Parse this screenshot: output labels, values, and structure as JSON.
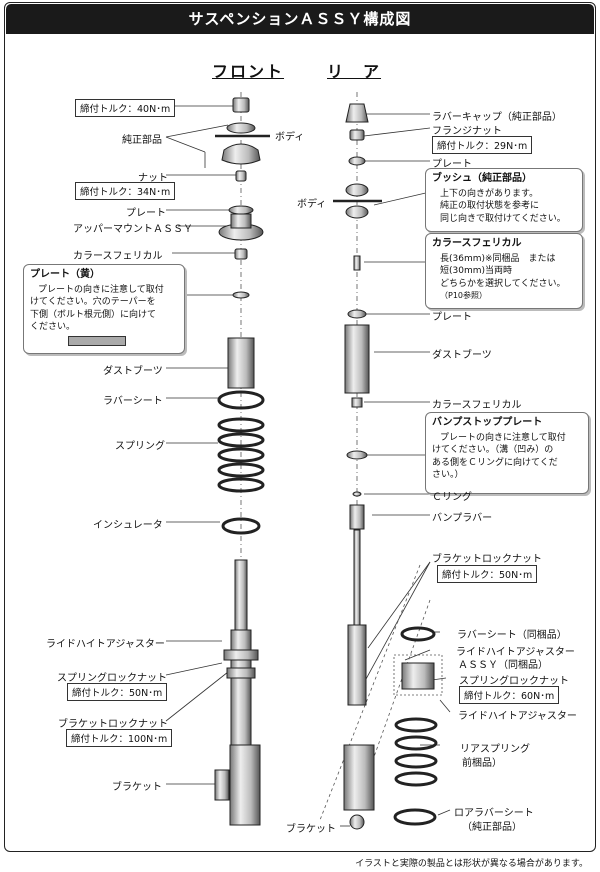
{
  "title": "サスペンションＡＳＳＹ構成図",
  "front_header": "フロント",
  "rear_header": "リ　ア",
  "front": {
    "torque_top": "締付トルク：40N･m",
    "genuine": "純正部品",
    "body": "ボディ",
    "nut": "ナット",
    "torque_nut": "締付トルク：34N･m",
    "plate": "プレート",
    "upper_mount": "アッパーマウントＡＳＳＹ",
    "collar": "カラースフェリカル",
    "dust_boot": "ダストブーツ",
    "rubber_sheet": "ラバーシート",
    "spring": "スプリング",
    "insulator": "インシュレータ",
    "ride_height_adjuster": "ライドハイトアジャスター",
    "spring_lock_nut": "スプリングロックナット",
    "torque_slnut": "締付トルク：50N･m",
    "bracket_lock_nut": "ブラケットロックナット",
    "torque_blnut": "締付トルク：100N･m",
    "bracket": "ブラケット"
  },
  "plate_note": {
    "title": "プレート（黄）",
    "lines": [
      "プレートの向きに注意して取付",
      "けてください。穴のテーパーを",
      "下側（ボルト根元側）に向けて",
      "ください。"
    ]
  },
  "rear": {
    "rubber_cap": "ラバーキャップ（純正部品）",
    "flange_nut": "フランジナット",
    "torque_flange": "締付トルク：29N･m",
    "plate_top": "プレート",
    "body": "ボディ",
    "plate_mid": "プレート",
    "dust_boot": "ダストブーツ",
    "collar": "カラースフェリカル",
    "c_ring": "Ｃリング",
    "bump_rubber": "バンプラバー",
    "bracket_lock_nut": "ブラケットロックナット",
    "torque_blnut": "締付トルク：50N･m",
    "rubber_sheet": "ラバーシート（同梱品）",
    "ride_height_assy": "ライドハイトアジャスター",
    "ride_height_assy2": "ＡＳＳＹ（同梱品）",
    "spring_lock_nut": "スプリングロックナット",
    "torque_slnut": "締付トルク：60N･m",
    "ride_height_adjuster": "ライドハイトアジャスター",
    "rear_spring": "リアスプリング",
    "rear_spring_sub": "前梱品）",
    "lower_rubber": "ロアラバーシート",
    "lower_rubber_sub": "（純正部品）",
    "bracket": "ブラケット"
  },
  "bush_note": {
    "title": "ブッシュ（純正部品）",
    "lines": [
      "上下の向きがあります。",
      "純正の取付状態を参考に",
      "同じ向きで取付けてください。"
    ]
  },
  "collar_note": {
    "title": "カラースフェリカル",
    "lines": [
      "長(36mm)※同梱品　または",
      "短(30mm)当両時",
      "どちらかを選択してください。"
    ],
    "small": "（P10参照）"
  },
  "bump_note": {
    "title": "バンプストッププレート",
    "lines": [
      "プレートの向きに注意して取付",
      "けてください。（溝（凹み）の",
      "ある側をＣリングに向けてくだ",
      "さい。）"
    ]
  },
  "footer": "イラストと実際の製品とは形状が異なる場合があります。"
}
